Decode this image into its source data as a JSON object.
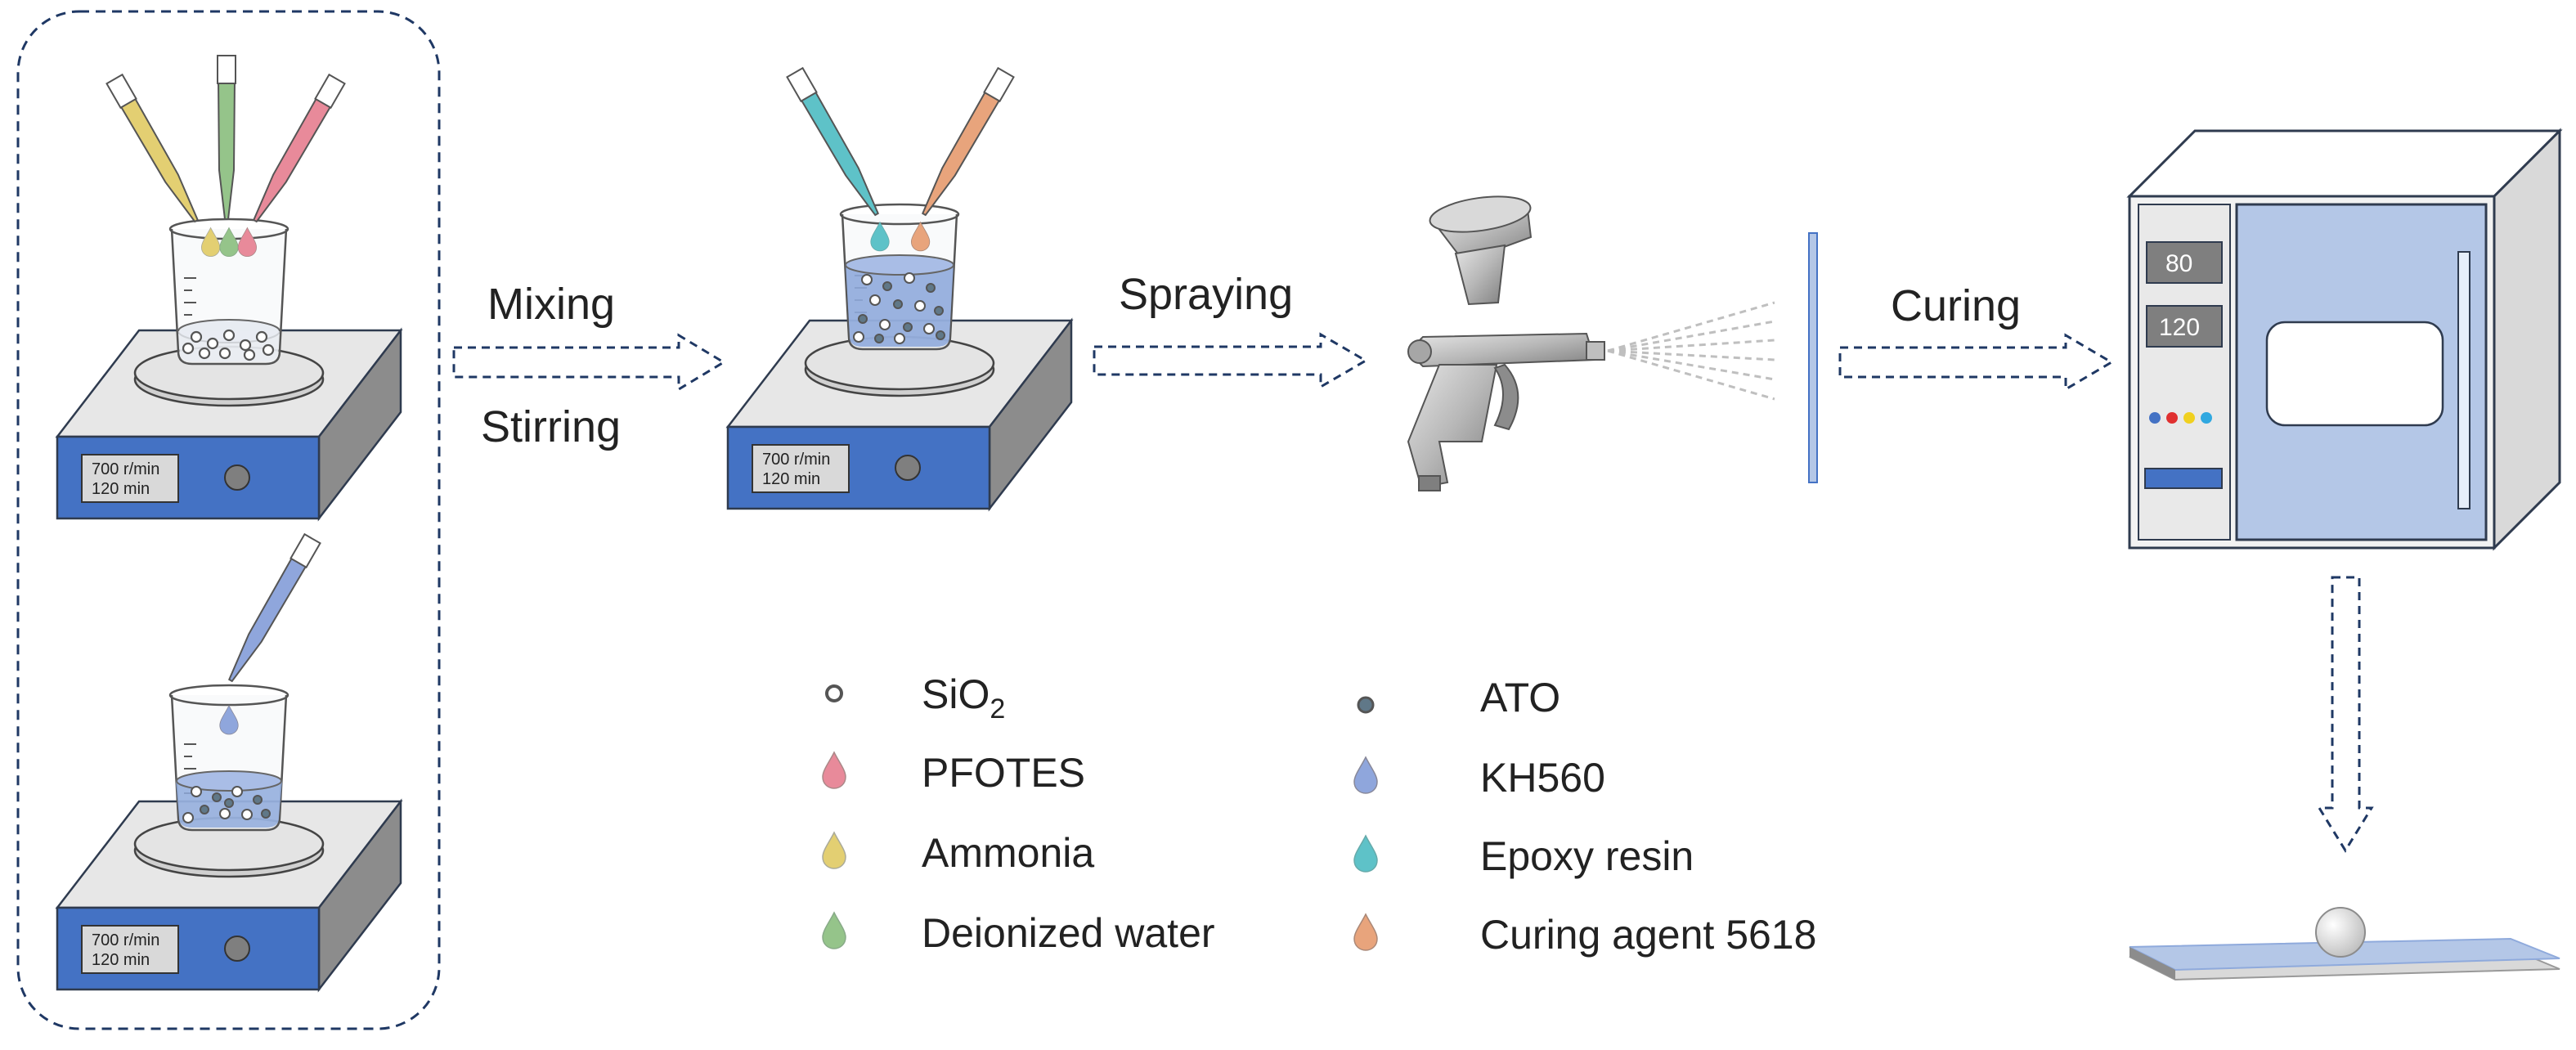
{
  "steps": {
    "mixing": "Mixing",
    "stirring": "Stirring",
    "spraying": "Spraying",
    "curing": "Curing"
  },
  "stirrer_displays": [
    {
      "speed": "700  r/min",
      "time": "120  min"
    },
    {
      "speed": "700  r/min",
      "time": "120  min"
    },
    {
      "speed": "700  r/min",
      "time": "120  min"
    }
  ],
  "oven_displays": [
    "80",
    "120"
  ],
  "legend": [
    {
      "label": "SiO",
      "subscript": "2",
      "marker": "circle-outline",
      "color": "#555555"
    },
    {
      "label": "PFOTES",
      "marker": "droplet",
      "color": "#e88a9a"
    },
    {
      "label": "Ammonia",
      "marker": "droplet",
      "color": "#e3cf72"
    },
    {
      "label": "Deionized water",
      "marker": "droplet",
      "color": "#95c48a"
    },
    {
      "label": "ATO",
      "marker": "dot-filled",
      "color": "#607888"
    },
    {
      "label": "KH560",
      "marker": "droplet",
      "color": "#8fa6dc"
    },
    {
      "label": "Epoxy resin",
      "marker": "droplet",
      "color": "#5ec2c8"
    },
    {
      "label": "Curing agent 5618",
      "marker": "droplet",
      "color": "#e8a47c"
    }
  ],
  "colors": {
    "stirrer_blue": "#4472c4",
    "liquid_blue": "#8faadc",
    "oven_blue": "#b4c7e7",
    "arrow_navy": "#1f3864",
    "gun_gray": "#a6a6a6"
  }
}
